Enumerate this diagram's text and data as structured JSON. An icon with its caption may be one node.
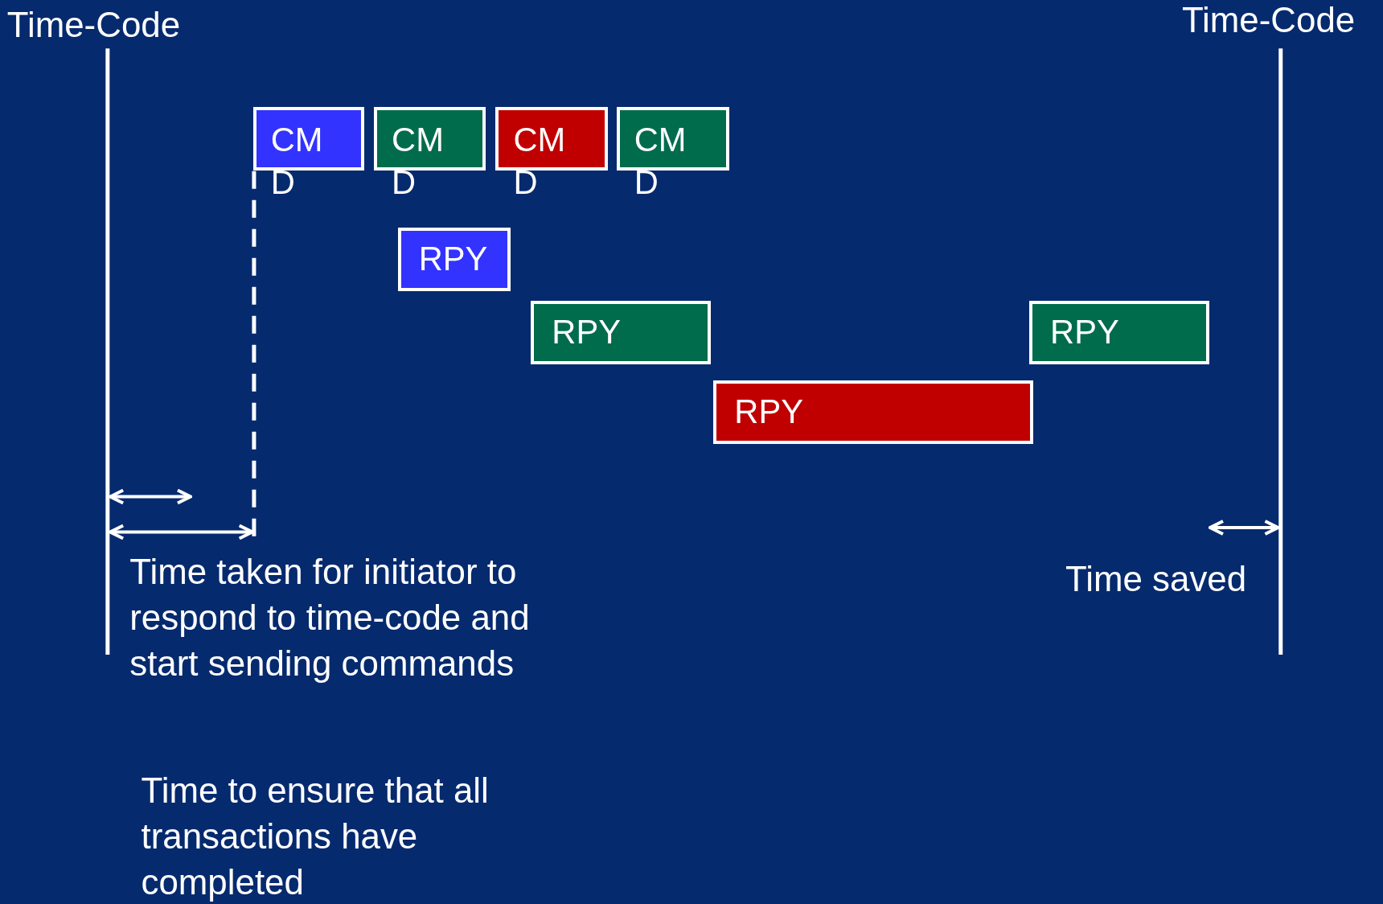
{
  "diagram": {
    "nodes": [
      {
        "text": [
          "CMD"
        ]
      },
      {
        "text": [
          "CMD"
        ]
      },
      {
        "text": [
          "CMD"
        ]
      },
      {
        "text": [
          "CMD"
        ]
      },
      {
        "text": [
          "RPY"
        ]
      },
      {
        "text": [
          "RPY"
        ]
      },
      {
        "text": [
          "RPY"
        ]
      },
      {
        "text": [
          "RPY"
        ]
      }
    ],
    "labels": [
      "Time-Code",
      "Time-Code",
      "Time taken for initiator to respond to time-code and start sending commands",
      "Time saved",
      "Time to ensure that all transactions have completed"
    ]
  }
}
